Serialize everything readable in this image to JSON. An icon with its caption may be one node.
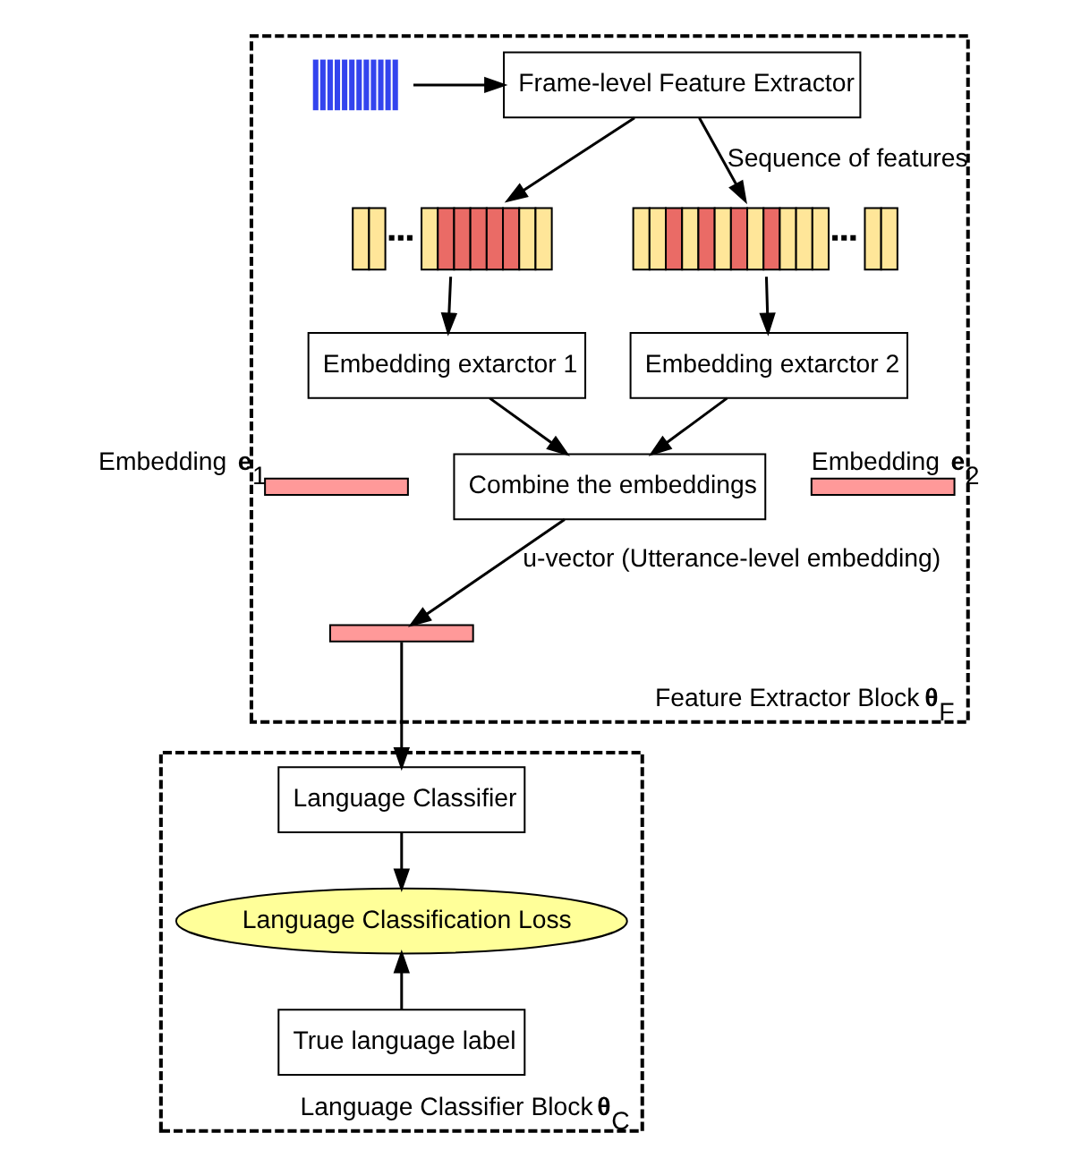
{
  "diagram": {
    "nodes": [
      {
        "text": [
          "Feature Extractor Block **θ**$_{F}$"
        ]
      },
      {
        "text": [],
        "shape": "waveform",
        "in": 0
      },
      {
        "text": [
          "Frame-level Feature Extractor"
        ],
        "in": 0
      },
      {
        "text": [],
        "shape": "bar",
        "in": 0
      },
      {
        "text": [],
        "shape": "bar",
        "in": 0
      },
      {
        "text": [
          "Embedding extarctor 1"
        ],
        "in": 0
      },
      {
        "text": [
          "Embedding extarctor 2"
        ],
        "in": 0
      },
      {
        "text": [],
        "shape": "bar",
        "in": 0,
        "beside": [
          "Embedding **e**$_{1}$"
        ]
      },
      {
        "text": [],
        "shape": "bar",
        "in": 0,
        "beside": [
          "Embedding **e**$_{2}$"
        ]
      },
      {
        "text": [
          "Combine the embeddings"
        ],
        "in": 0
      },
      {
        "text": [],
        "shape": "bar",
        "in": 0
      },
      {
        "text": [
          "Language Classifier Block **θ**$_{C}$"
        ]
      },
      {
        "text": [
          "Language Classifier"
        ],
        "in": 11
      },
      {
        "text": [
          "Language Classification Loss"
        ],
        "in": 11
      },
      {
        "text": [
          "True language label"
        ],
        "in": 11
      }
    ],
    "edges": [
      {
        "from": 1,
        "to": 2,
        "arrow": "to"
      },
      {
        "from": 2,
        "to": 3,
        "arrow": "to"
      },
      {
        "from": 2,
        "to": 4,
        "arrow": "to",
        "label": "Sequence of features"
      },
      {
        "from": 3,
        "to": 5,
        "arrow": "to"
      },
      {
        "from": 4,
        "to": 6,
        "arrow": "to"
      },
      {
        "from": 5,
        "to": 9,
        "arrow": "to"
      },
      {
        "from": 6,
        "to": 9,
        "arrow": "to"
      },
      {
        "from": 9,
        "to": 10,
        "arrow": "to",
        "label": "u-vector (Utterance-level embedding)"
      },
      {
        "from": 10,
        "to": 12,
        "arrow": "to"
      },
      {
        "from": 12,
        "to": 13,
        "arrow": "to"
      },
      {
        "from": 14,
        "to": 13,
        "arrow": "to"
      }
    ]
  }
}
